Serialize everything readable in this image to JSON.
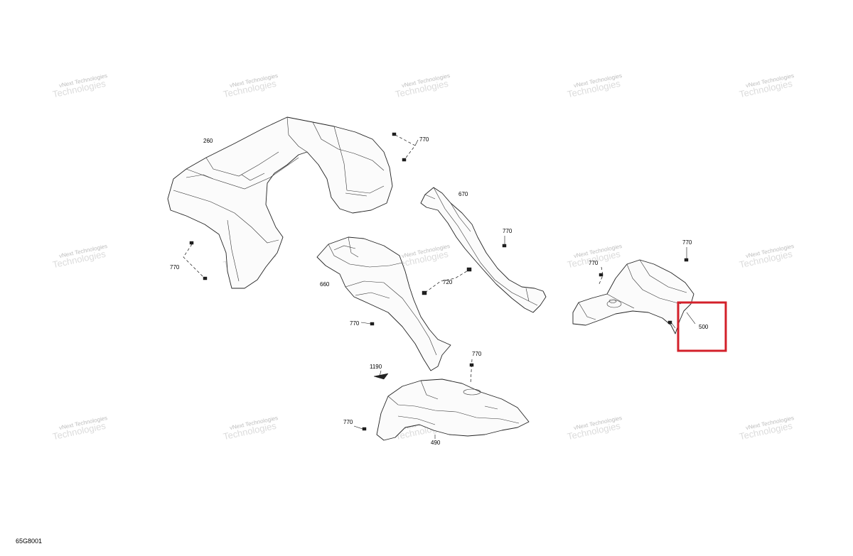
{
  "watermark": {
    "line1": "vNext Technologies",
    "line2": "Technologies"
  },
  "callouts": {
    "p260": "260",
    "p770_a": "770",
    "p770_b": "770",
    "p670": "670",
    "p770_c": "770",
    "p660": "660",
    "p720": "720",
    "p770_d": "770",
    "p770_e": "770",
    "p770_f": "770",
    "p500": "500",
    "p770_g": "770",
    "p1190": "1190",
    "p770_h": "770",
    "p490": "490"
  },
  "highlighted_part": "500",
  "highlight_color": "#d3202a",
  "drawing_code": "65G8001"
}
